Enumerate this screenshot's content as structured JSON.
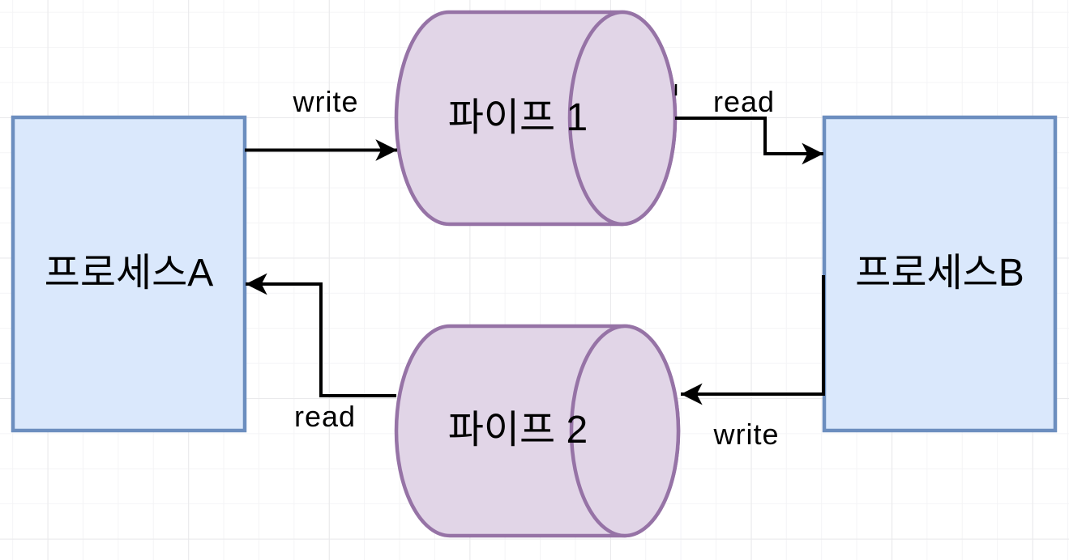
{
  "canvas": {
    "background_color": "#ffffff",
    "grid_minor_color": "#f4f4f6",
    "grid_major_color": "#e9e9eb"
  },
  "nodes": {
    "process_a": {
      "label": "프로세스A",
      "fill": "#dae8fc",
      "stroke": "#6c8ebf"
    },
    "process_b": {
      "label": "프로세스B",
      "fill": "#dae8fc",
      "stroke": "#6c8ebf"
    },
    "pipe_1": {
      "label": "파이프 1",
      "fill": "#e1d5e7",
      "stroke": "#9673a6"
    },
    "pipe_2": {
      "label": "파이프 2",
      "fill": "#e1d5e7",
      "stroke": "#9673a6"
    }
  },
  "edges": {
    "a_to_pipe1": {
      "label": "write",
      "from": "process_a",
      "to": "pipe_1",
      "color": "#000000"
    },
    "pipe1_to_b": {
      "label": "read",
      "from": "pipe_1",
      "to": "process_b",
      "color": "#000000"
    },
    "pipe2_to_a": {
      "label": "read",
      "from": "pipe_2",
      "to": "process_a",
      "color": "#000000"
    },
    "b_to_pipe2": {
      "label": "write",
      "from": "process_b",
      "to": "pipe_2",
      "color": "#000000"
    }
  }
}
